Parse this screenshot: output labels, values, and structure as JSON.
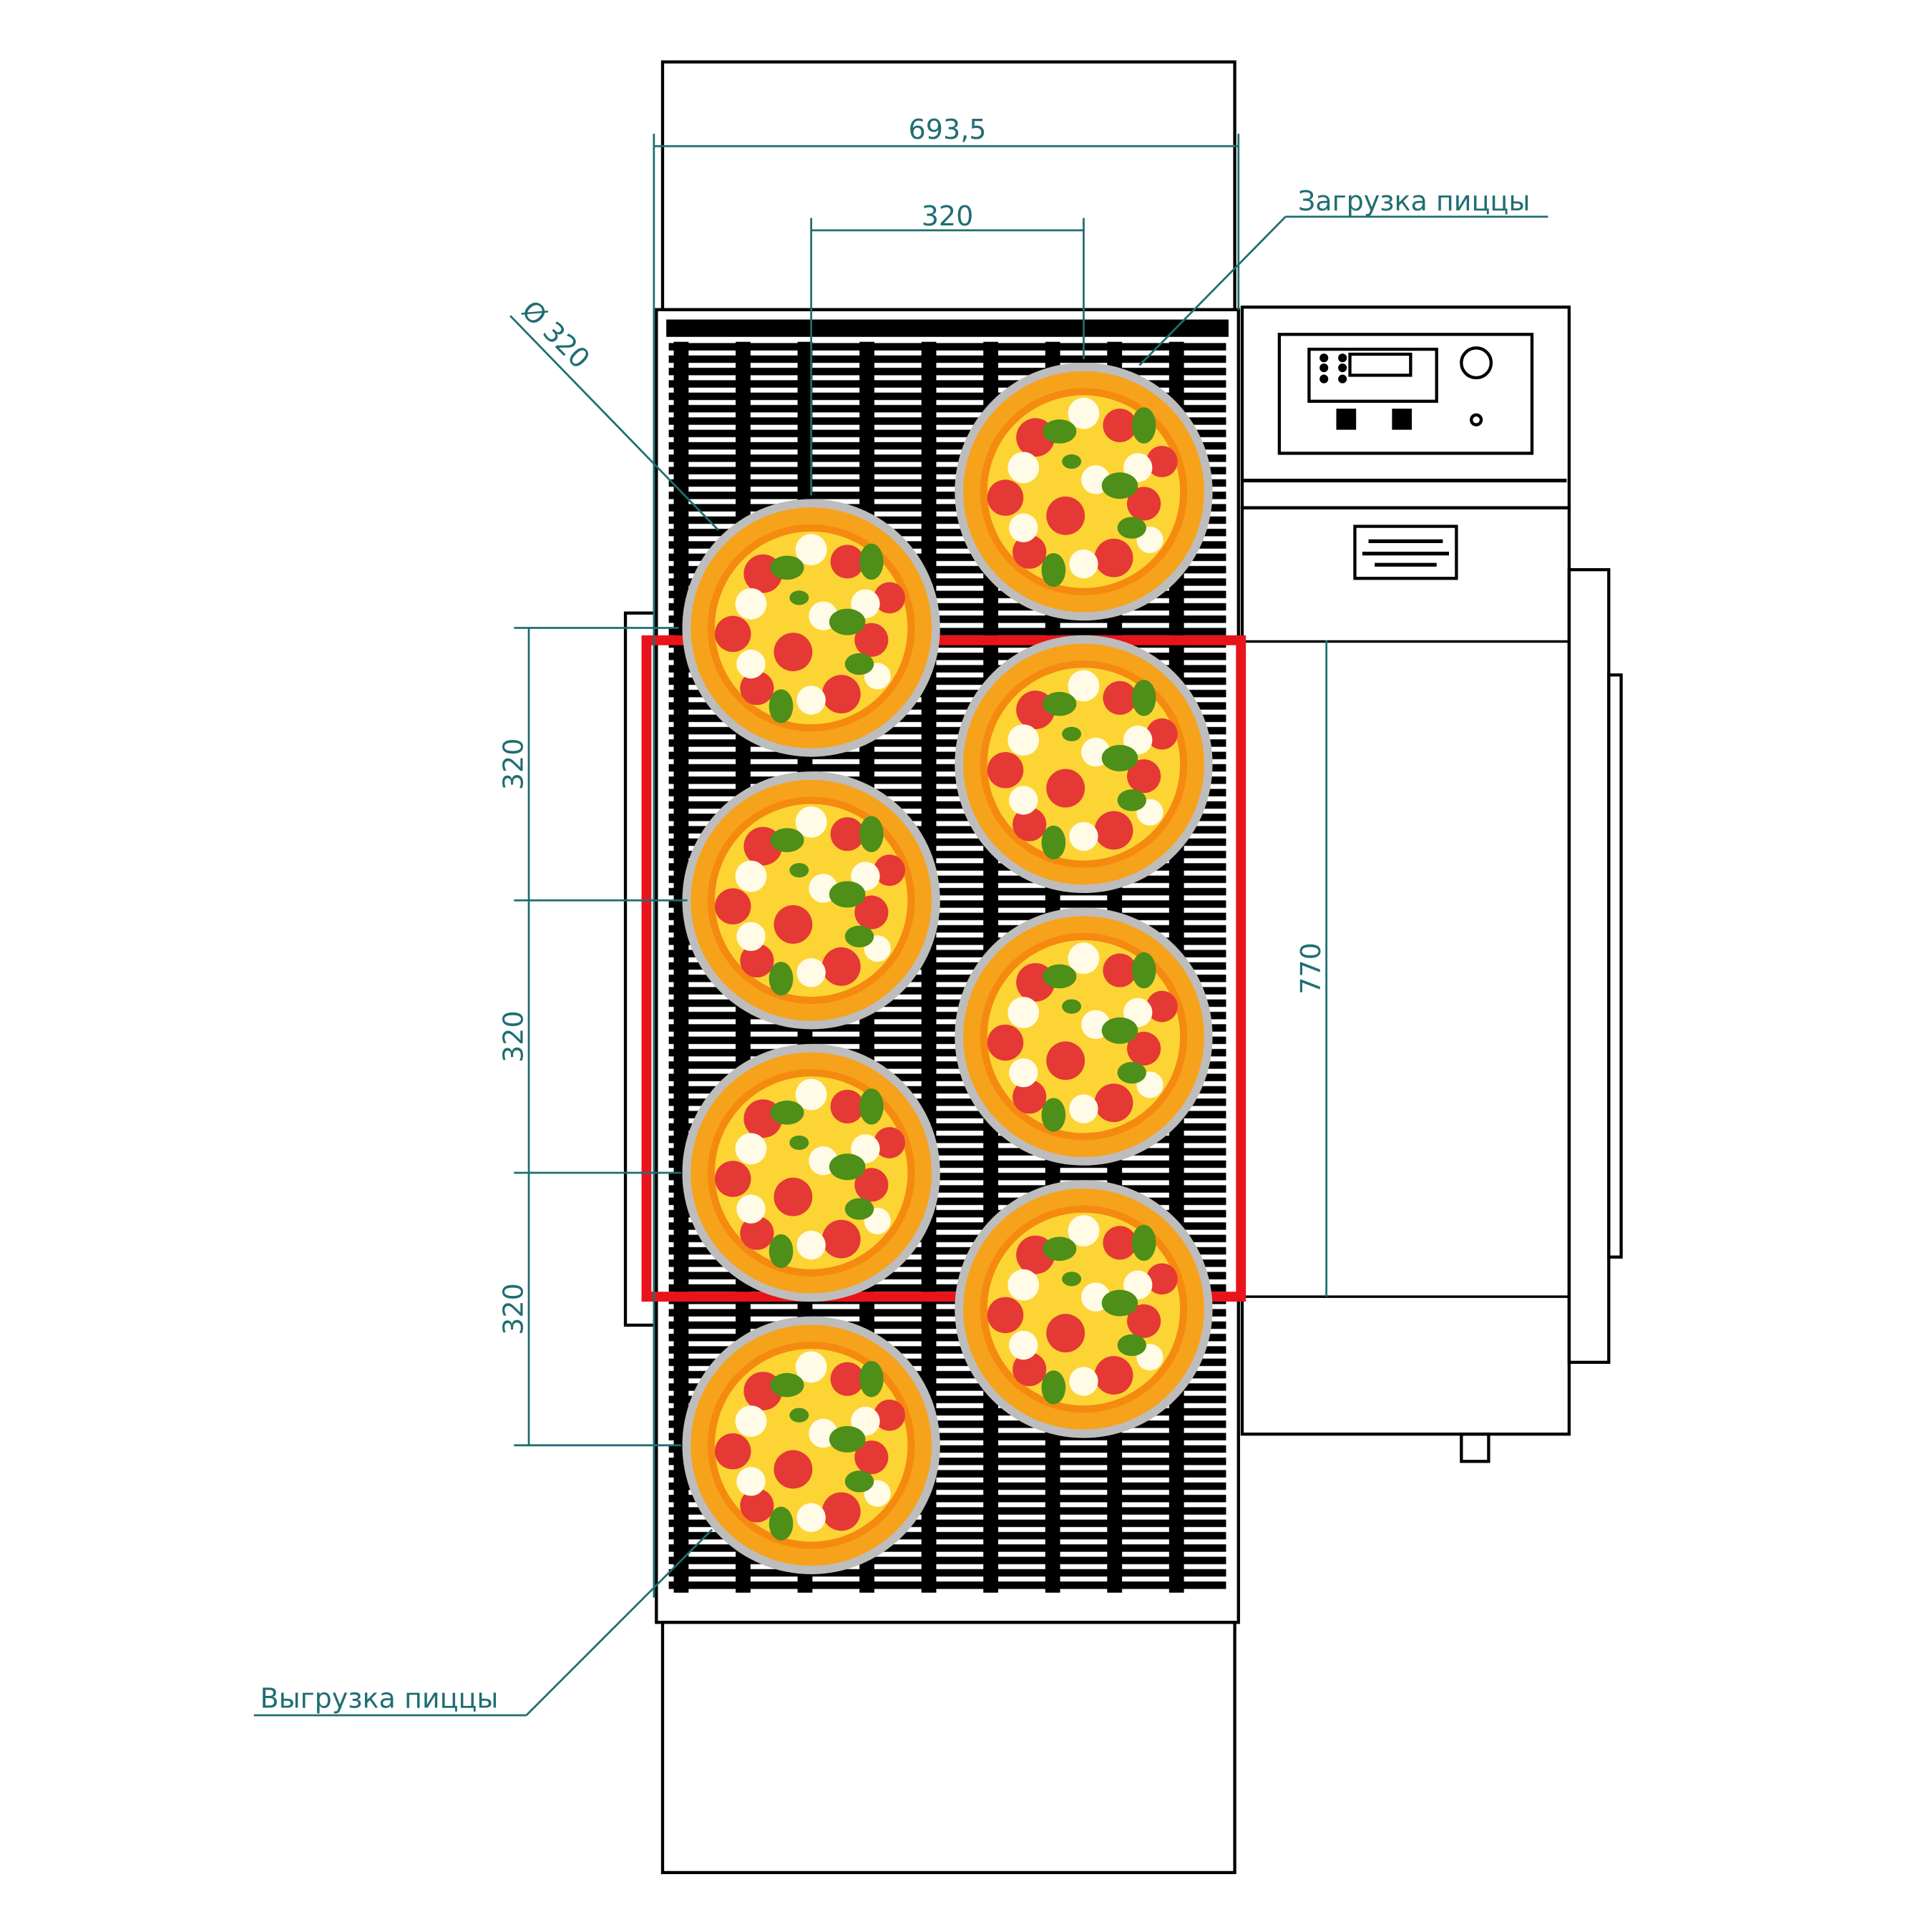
{
  "title": "Conveyor pizza oven loading diagram",
  "dimensions": {
    "overall_width": "693,5",
    "pizza_spacing_horizontal": "320",
    "pizza_diameter": "Ø 320",
    "pitch_1": "320",
    "pitch_2": "320",
    "pitch_3": "320",
    "chamber_length": "770"
  },
  "labels": {
    "loading": "Загрузка пиццы",
    "unloading": "Выгрузка пиццы"
  },
  "colors": {
    "dimension": "#1f6e72",
    "baking_zone": "#e8141b",
    "crust": "#f7a21b"
  },
  "pizza_count": 8
}
